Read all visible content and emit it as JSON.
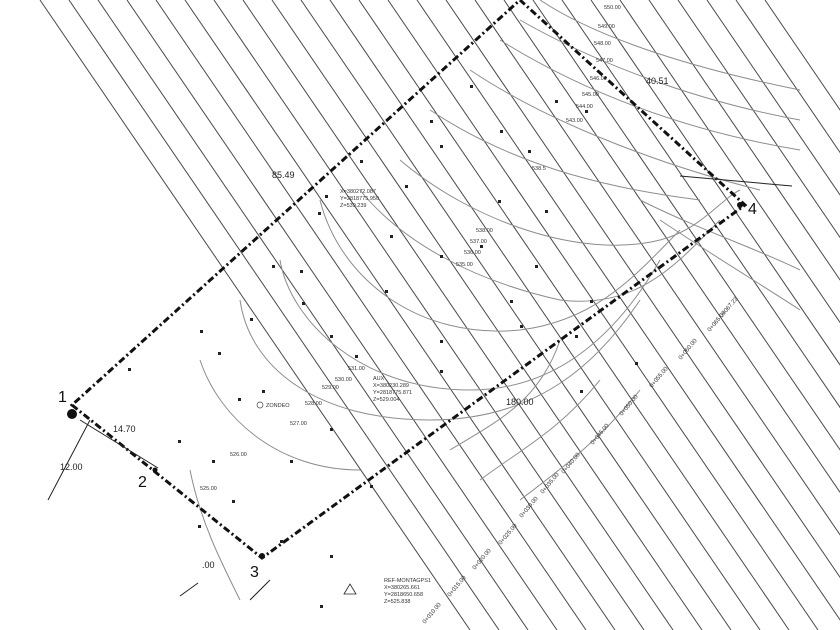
{
  "vertices": [
    {
      "id": "1",
      "label": "1"
    },
    {
      "id": "2",
      "label": "2"
    },
    {
      "id": "3",
      "label": "3"
    },
    {
      "id": "4",
      "label": "4"
    }
  ],
  "dimensions": {
    "top_side": "85.49",
    "right_top": "40.51",
    "left_edge": "14.70",
    "left_offset": "12.00",
    "bottom_partial": ".00",
    "mid_label": "180.00"
  },
  "contour_labels": [
    "550.00",
    "549.00",
    "548.00",
    "547.00",
    "546.00",
    "545.00",
    "544.00",
    "543.00",
    "538.5",
    "538.00",
    "537.00",
    "536.00",
    "535.00",
    "531.00",
    "530.00",
    "529.00",
    "528.00",
    "527.00",
    "526.00",
    "525.00"
  ],
  "stations": [
    "0+067.22",
    "0+065.00",
    "0+060.00",
    "0+055.00",
    "0+050.00",
    "0+045.00",
    "0+040.00",
    "0+035.00",
    "0+030.00",
    "0+025.00",
    "0+020.00",
    "0+015.00",
    "0+010.00"
  ],
  "control_points": [
    {
      "name": "",
      "lines": [
        "X=380272.087",
        "Y=2818775.950",
        "Z=539.239"
      ]
    },
    {
      "name": "AUX",
      "lines": [
        "X=380230.289",
        "Y=2818775.871",
        "Z=529.004"
      ]
    },
    {
      "name": "REF-MONTAGPS1",
      "lines": [
        "X=380265.661",
        "Y=2818650.658",
        "Z=525.838"
      ]
    }
  ],
  "other_labels": {
    "zoned": "ZONDEO"
  }
}
